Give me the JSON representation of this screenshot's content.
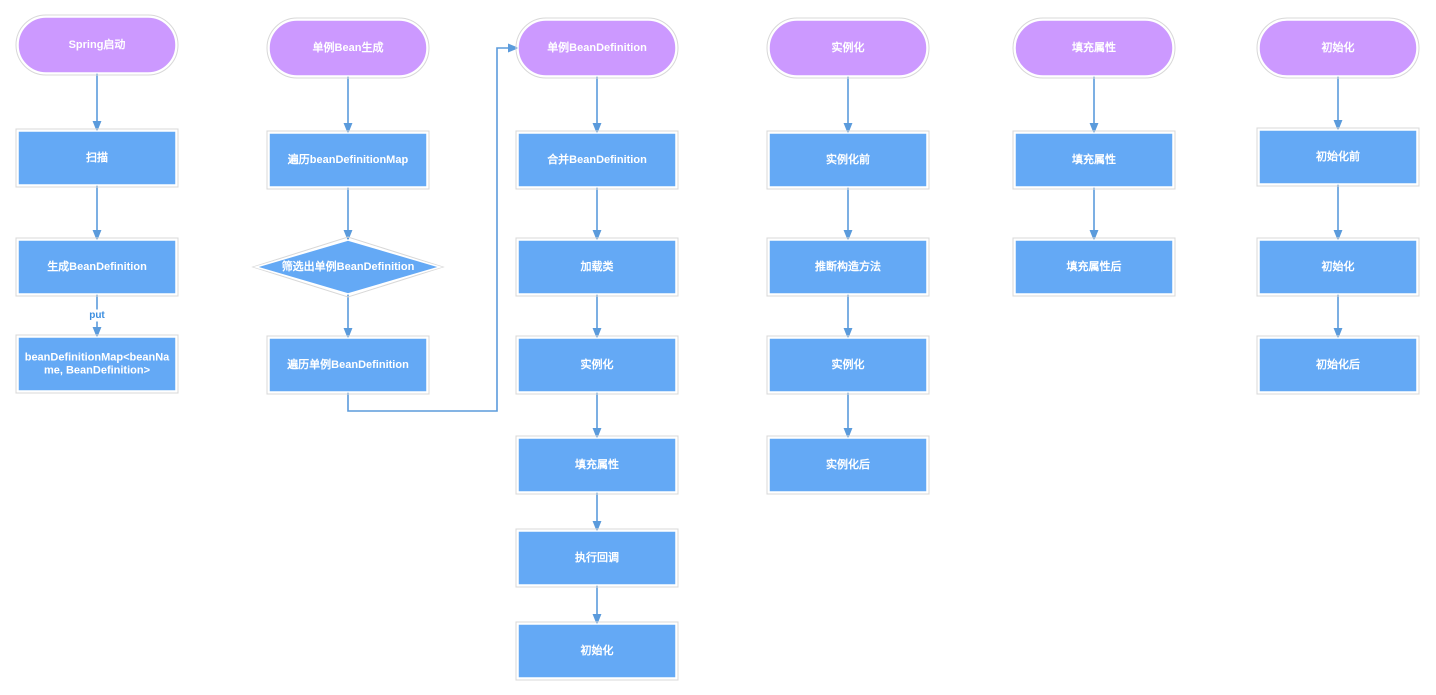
{
  "colors": {
    "terminal_fill": "#cc99ff",
    "process_fill": "#64a9f5",
    "edge": "#5b9bdc",
    "label": "#ffffff"
  },
  "columns": [
    {
      "header": "Spring启动",
      "steps": [
        "扫描",
        "生成BeanDefinition",
        "beanDefinitionMap<beanNa|me, BeanDefinition>"
      ],
      "edge_labels": [
        "",
        "",
        "put"
      ]
    },
    {
      "header": "单例Bean生成",
      "steps": [
        "遍历beanDefinitionMap",
        "筛选出单例BeanDefinition",
        "遍历单例BeanDefinition"
      ],
      "edge_labels": [
        "",
        "",
        ""
      ]
    },
    {
      "header": "单例BeanDefinition",
      "steps": [
        "合并BeanDefinition",
        "加载类",
        "实例化",
        "填充属性",
        "执行回调",
        "初始化"
      ],
      "edge_labels": [
        "",
        "",
        "",
        "",
        "",
        ""
      ]
    },
    {
      "header": "实例化",
      "steps": [
        "实例化前",
        "推断构造方法",
        "实例化",
        "实例化后"
      ],
      "edge_labels": [
        "",
        "",
        "",
        ""
      ]
    },
    {
      "header": "填充属性",
      "steps": [
        "填充属性",
        "填充属性后"
      ],
      "edge_labels": [
        "",
        ""
      ]
    },
    {
      "header": "初始化",
      "steps": [
        "初始化前",
        "初始化",
        "初始化后"
      ],
      "edge_labels": [
        "",
        "",
        ""
      ]
    }
  ]
}
